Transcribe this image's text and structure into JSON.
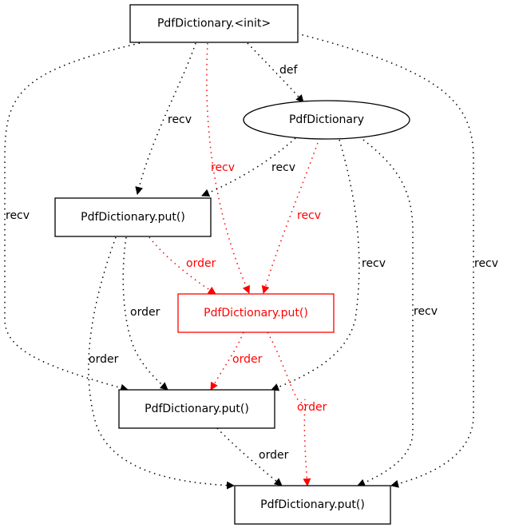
{
  "graph": {
    "colors": {
      "default": "#000000",
      "highlight": "#ff0000"
    },
    "nodes": [
      {
        "id": "init",
        "label": "PdfDictionary.<init>",
        "shape": "box",
        "highlight": false
      },
      {
        "id": "dict",
        "label": "PdfDictionary",
        "shape": "ellipse",
        "highlight": false
      },
      {
        "id": "put1",
        "label": "PdfDictionary.put()",
        "shape": "box",
        "highlight": false
      },
      {
        "id": "put2",
        "label": "PdfDictionary.put()",
        "shape": "box",
        "highlight": true
      },
      {
        "id": "put3",
        "label": "PdfDictionary.put()",
        "shape": "box",
        "highlight": false
      },
      {
        "id": "put4",
        "label": "PdfDictionary.put()",
        "shape": "box",
        "highlight": false
      }
    ],
    "edges": [
      {
        "from": "init",
        "to": "dict",
        "label": "def",
        "highlight": false
      },
      {
        "from": "init",
        "to": "put1",
        "label": "recv",
        "highlight": false
      },
      {
        "from": "init",
        "to": "put2",
        "label": "recv",
        "highlight": true
      },
      {
        "from": "init",
        "to": "put3",
        "label": "recv",
        "highlight": false
      },
      {
        "from": "init",
        "to": "put4",
        "label": "recv",
        "highlight": false
      },
      {
        "from": "dict",
        "to": "put1",
        "label": "recv",
        "highlight": false
      },
      {
        "from": "dict",
        "to": "put2",
        "label": "recv",
        "highlight": true
      },
      {
        "from": "dict",
        "to": "put3",
        "label": "recv",
        "highlight": false
      },
      {
        "from": "dict",
        "to": "put4",
        "label": "recv",
        "highlight": false
      },
      {
        "from": "put1",
        "to": "put2",
        "label": "order",
        "highlight": true
      },
      {
        "from": "put1",
        "to": "put3",
        "label": "order",
        "highlight": false
      },
      {
        "from": "put1",
        "to": "put4",
        "label": "order",
        "highlight": false
      },
      {
        "from": "put2",
        "to": "put3",
        "label": "order",
        "highlight": true
      },
      {
        "from": "put2",
        "to": "put4",
        "label": "order",
        "highlight": true
      },
      {
        "from": "put3",
        "to": "put4",
        "label": "order",
        "highlight": false
      }
    ]
  }
}
